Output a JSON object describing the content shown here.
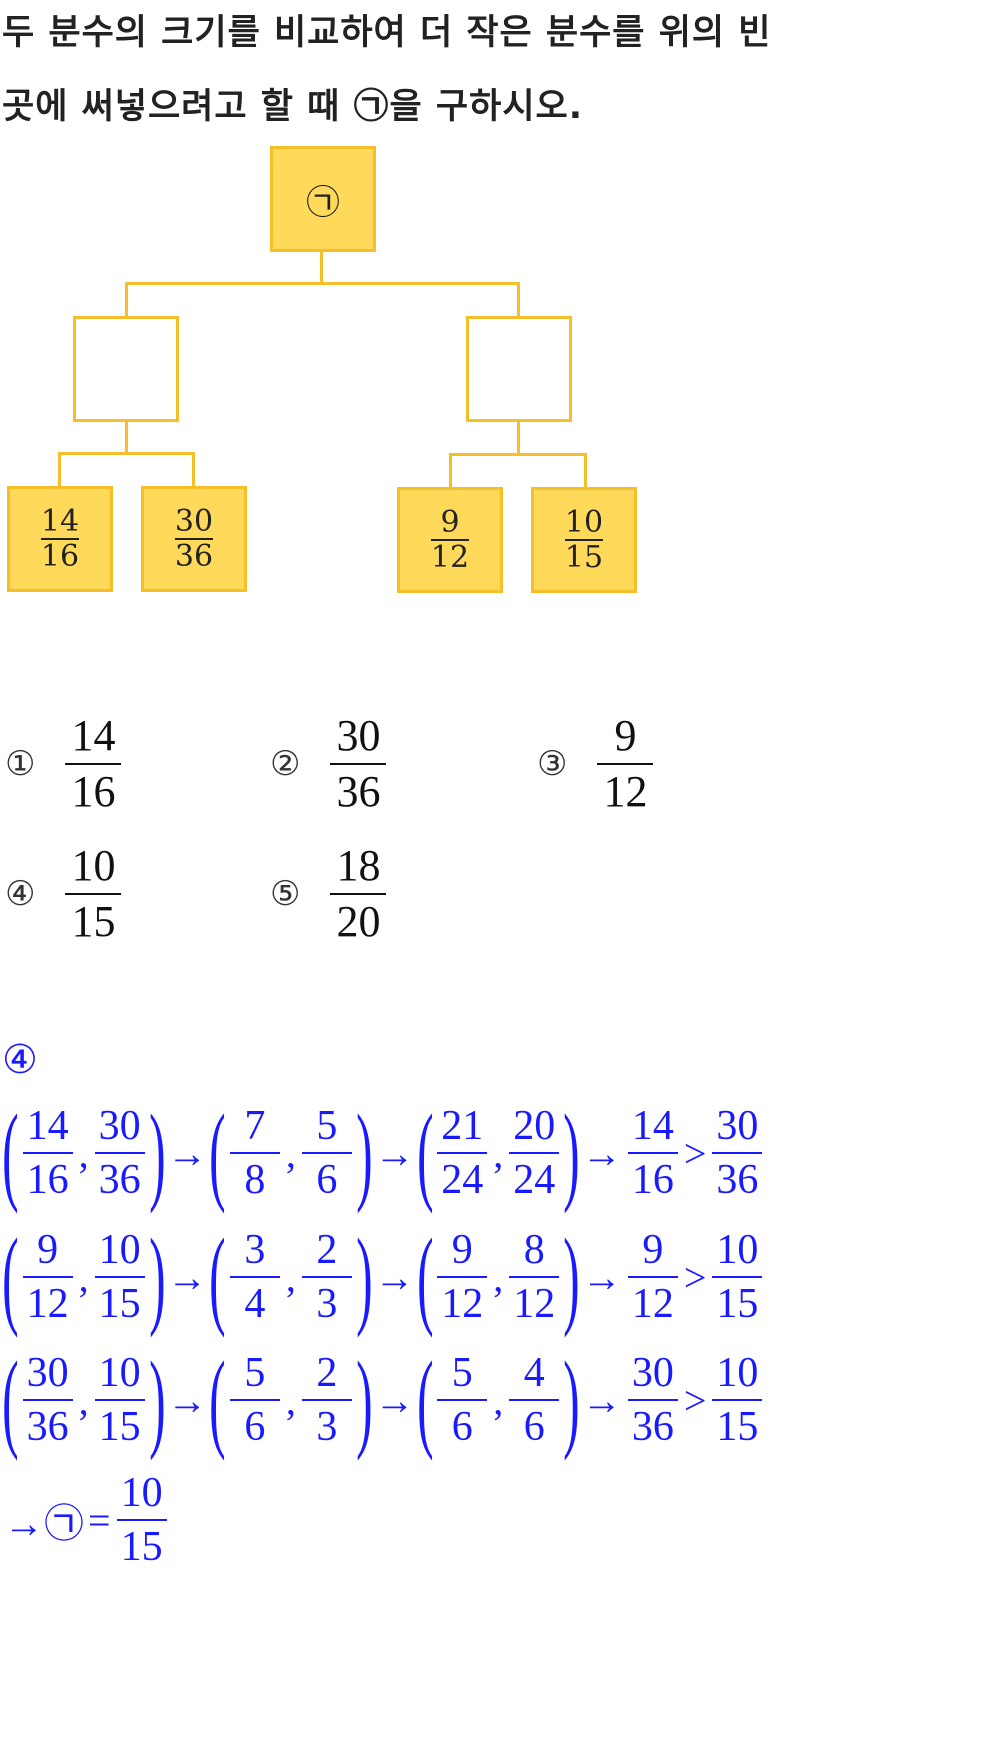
{
  "question": {
    "line1": "두 분수의 크기를 비교하여 더 작은 분수를 위의 빈",
    "line2": "곳에 써넣으려고 할 때 ㉠을 구하시오."
  },
  "diagram": {
    "top_label": "㉠",
    "leaves": [
      {
        "num": "14",
        "den": "16"
      },
      {
        "num": "30",
        "den": "36"
      },
      {
        "num": "9",
        "den": "12"
      },
      {
        "num": "10",
        "den": "15"
      }
    ],
    "colors": {
      "fill": "#ffd95a",
      "stroke": "#f6bf2a"
    }
  },
  "choices": [
    {
      "label": "①",
      "num": "14",
      "den": "16"
    },
    {
      "label": "②",
      "num": "30",
      "den": "36"
    },
    {
      "label": "③",
      "num": "9",
      "den": "12"
    },
    {
      "label": "④",
      "num": "10",
      "den": "15"
    },
    {
      "label": "⑤",
      "num": "18",
      "den": "20"
    }
  ],
  "solution": {
    "answer": "④",
    "color": "#1a1aff",
    "symbols": {
      "arrow": "→",
      "comma": ",",
      "open": "(",
      "close": ")",
      "gt": ">",
      "eq": "="
    },
    "rows": [
      {
        "pairs": [
          [
            "14",
            "16",
            "30",
            "36"
          ],
          [
            "7",
            "8",
            "5",
            "6"
          ],
          [
            "21",
            "24",
            "20",
            "24"
          ]
        ],
        "result": [
          "14",
          "16",
          "30",
          "36"
        ]
      },
      {
        "pairs": [
          [
            "9",
            "12",
            "10",
            "15"
          ],
          [
            "3",
            "4",
            "2",
            "3"
          ],
          [
            "9",
            "12",
            "8",
            "12"
          ]
        ],
        "result": [
          "9",
          "12",
          "10",
          "15"
        ]
      },
      {
        "pairs": [
          [
            "30",
            "36",
            "10",
            "15"
          ],
          [
            "5",
            "6",
            "2",
            "3"
          ],
          [
            "5",
            "6",
            "4",
            "6"
          ]
        ],
        "result": [
          "30",
          "36",
          "10",
          "15"
        ]
      }
    ],
    "final": {
      "prefix": "→㉠",
      "num": "10",
      "den": "15"
    }
  }
}
